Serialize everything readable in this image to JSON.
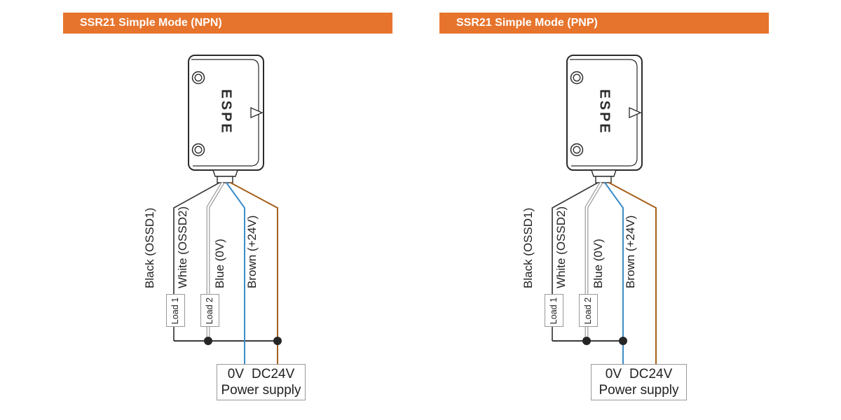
{
  "colors": {
    "header_background": "#E7742C",
    "header_text": "#FFFFFF",
    "outline": "#2B2B2B",
    "wire_black": "#3A3A3A",
    "wire_white_edge": "#999999",
    "wire_blue": "#3B8DC9",
    "wire_brown": "#A5601C",
    "box_border": "#999999"
  },
  "diagrams": [
    {
      "title": "SSR21 Simple Mode (NPN)",
      "device_brand": "ESPE",
      "wires": [
        {
          "label": "Black (OSSD1)"
        },
        {
          "label": "White (OSSD2)"
        },
        {
          "label": "Blue (0V)"
        },
        {
          "label": "Brown (+24V)"
        }
      ],
      "loads": [
        {
          "label": "Load 1"
        },
        {
          "label": "Load 2"
        }
      ],
      "power_supply": {
        "terminal_0v": "0V",
        "terminal_24v": "DC24V",
        "name": "Power supply"
      }
    },
    {
      "title": "SSR21 Simple Mode (PNP)",
      "device_brand": "ESPE",
      "wires": [
        {
          "label": "Black (OSSD1)"
        },
        {
          "label": "White (OSSD2)"
        },
        {
          "label": "Blue (0V)"
        },
        {
          "label": "Brown (+24V)"
        }
      ],
      "loads": [
        {
          "label": "Load 1"
        },
        {
          "label": "Load 2"
        }
      ],
      "power_supply": {
        "terminal_0v": "0V",
        "terminal_24v": "DC24V",
        "name": "Power supply"
      }
    }
  ]
}
